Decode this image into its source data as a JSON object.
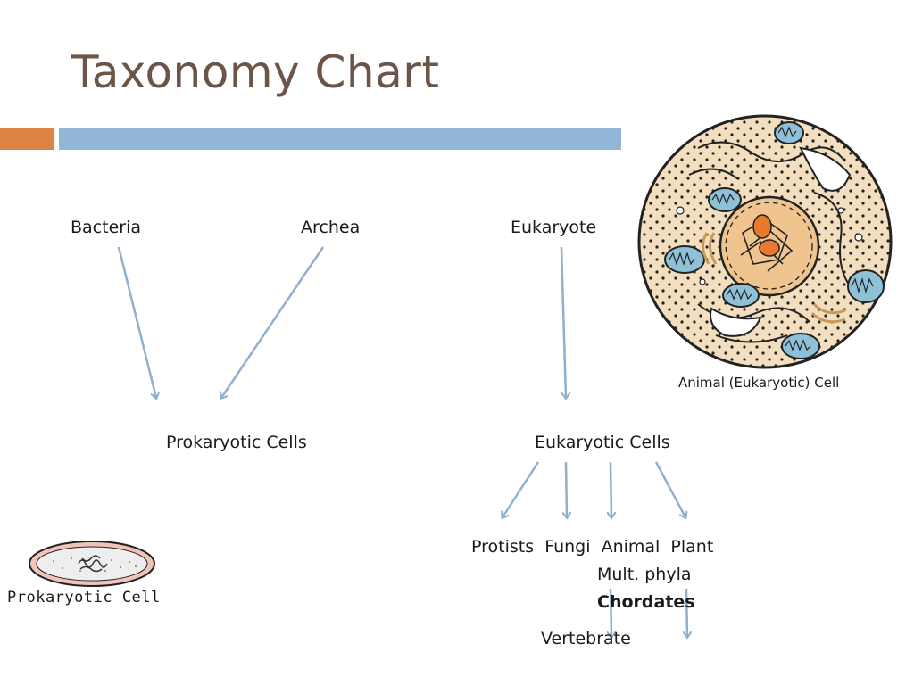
{
  "slide": {
    "title": "Taxonomy Chart",
    "accent_orange": "#de8443",
    "accent_blue": "#91b6d6",
    "arrow_color": "#8fb0cf"
  },
  "diagram": {
    "domains": {
      "bacteria": "Bacteria",
      "archea": "Archea",
      "eukaryote": "Eukaryote"
    },
    "cell_types": {
      "prokaryotic": "Prokaryotic Cells",
      "eukaryotic": "Eukaryotic Cells"
    },
    "kingdoms": "Protists  Fungi  Animal  Plant",
    "animal_levels": {
      "phyla": "Mult. phyla",
      "chordates": "Chordates",
      "vertebrate": "Vertebrate"
    }
  },
  "images": {
    "eukaryotic_caption": "Animal (Eukaryotic) Cell",
    "prokaryotic_caption": "Prokaryotic Cell"
  }
}
